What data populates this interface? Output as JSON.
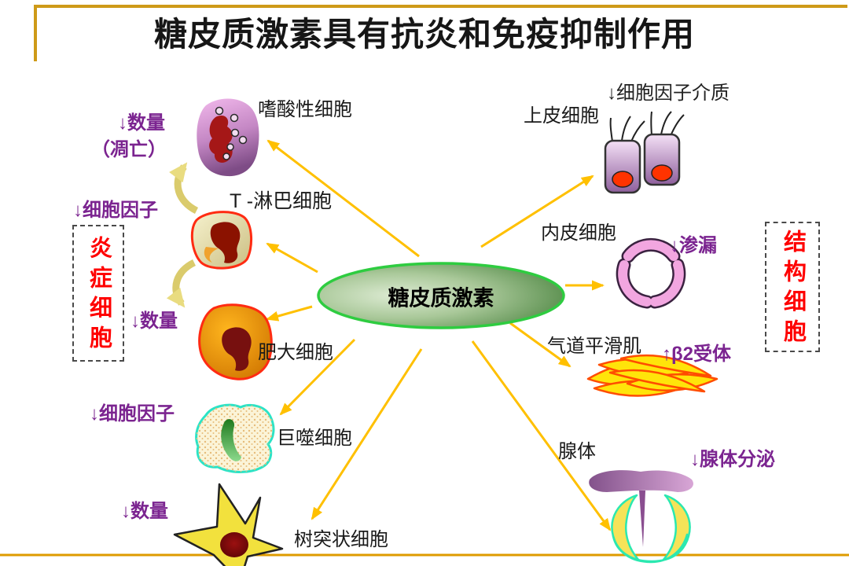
{
  "title": "糖皮质激素具有抗炎和免疫抑制作用",
  "center": {
    "label": "糖皮质激素"
  },
  "group_boxes": {
    "inflammatory": "炎症细胞",
    "structural": "结构细胞"
  },
  "inflammatory_cells": [
    {
      "id": "eosinophil",
      "label": "嗜酸性细胞",
      "effects": [
        "↓数量",
        "（凋亡）"
      ]
    },
    {
      "id": "t-lymphocyte",
      "label": "T -淋巴细胞",
      "effects": [
        "↓细胞因子"
      ]
    },
    {
      "id": "mast-cell",
      "label": "肥大细胞",
      "effects": [
        "↓数量"
      ]
    },
    {
      "id": "macrophage",
      "label": "巨噬细胞",
      "effects": [
        "↓细胞因子"
      ]
    },
    {
      "id": "dendritic-cell",
      "label": "树突状细胞",
      "effects": [
        "↓数量"
      ]
    }
  ],
  "structural_cells": [
    {
      "id": "epithelial-cell",
      "label": "上皮细胞",
      "effects": [
        "↓细胞因子介质"
      ]
    },
    {
      "id": "endothelial-cell",
      "label": "内皮细胞",
      "effects": [
        "↓渗漏"
      ]
    },
    {
      "id": "airway-smooth-muscle",
      "label": "气道平滑肌",
      "effects": [
        "↑β2受体"
      ]
    },
    {
      "id": "gland",
      "label": "腺体",
      "effects": [
        "↓腺体分泌"
      ]
    }
  ],
  "palette": {
    "arrow_gold": "#FFC000",
    "cycle_arrow_khaki": "#DACB6C",
    "effect_purple": "#7B2490",
    "group_label_red": "#FF0000",
    "center_border_green": "#2ECC40",
    "center_fill_green": "#5E9A50",
    "frame_gold": "#CE9A18"
  }
}
